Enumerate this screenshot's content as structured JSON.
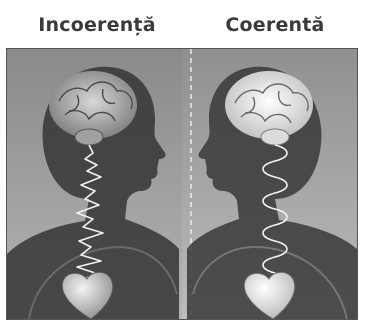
{
  "panels": {
    "left": {
      "label": "Incoerență",
      "waveform": "irregular"
    },
    "right": {
      "label": "Coerentă",
      "waveform": "regular"
    }
  },
  "colors": {
    "background_left": "#9c9c9c",
    "background_right": "#a6a6a6",
    "silhouette": "#3a3a3a",
    "wire": "#f2f2f2",
    "heading_text": "#3a3a3a"
  }
}
